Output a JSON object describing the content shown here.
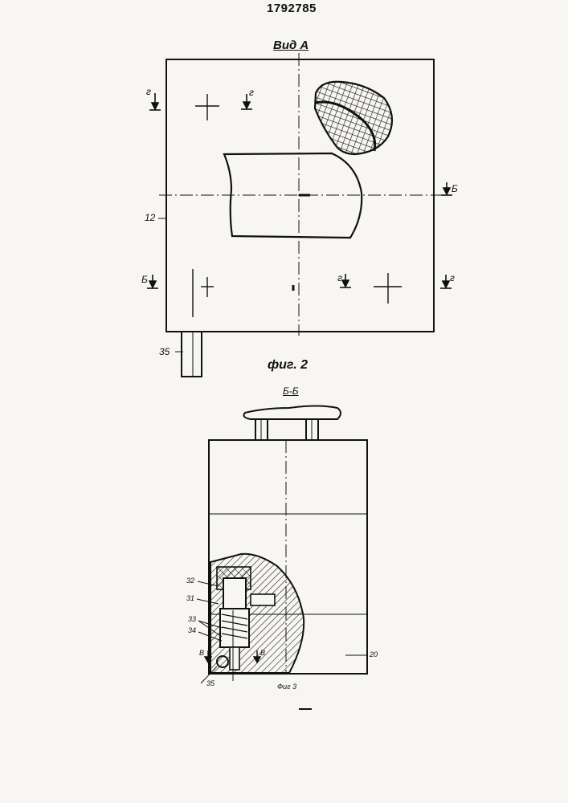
{
  "patent_number": "1792785",
  "figure2": {
    "view_title": "Вид А",
    "caption": "фиг. 2",
    "ref_plate": "12",
    "ref_pin": "35",
    "section_marks": {
      "g_top_left_a": "г",
      "g_top_left_b": "г",
      "b_right": "Б",
      "b_left": "Б",
      "g_bottom_a": "г",
      "g_bottom_b": "г"
    }
  },
  "figure3": {
    "section_title": "Б-Б",
    "caption": "Фиг 3",
    "refs": {
      "r32": "32",
      "r31": "31",
      "r33": "33",
      "r34": "34",
      "r35": "35",
      "r20": "20",
      "b_left": "В",
      "b_right": "В"
    }
  }
}
